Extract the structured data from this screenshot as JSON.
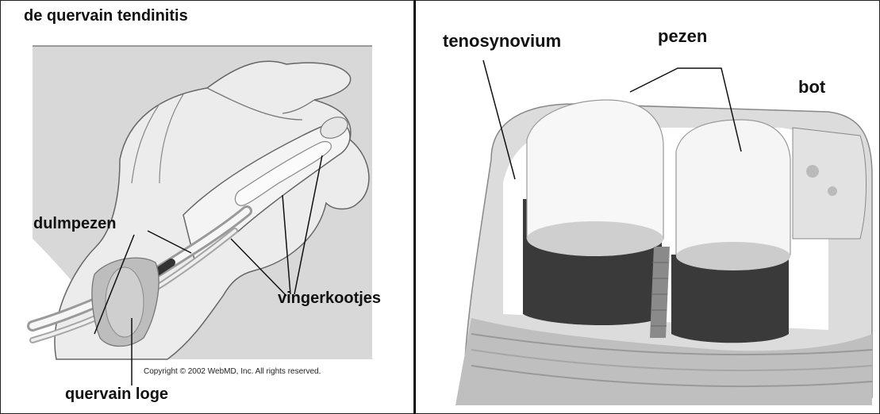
{
  "left_figure": {
    "title": "de quervain tendinitis",
    "labels": {
      "dulmpezen": "dulmpezen",
      "vingerkootjes": "vingerkootjes",
      "quervain_loge": "quervain loge"
    },
    "copyright": "Copyright © 2002 WebMD, Inc. All rights reserved."
  },
  "right_figure": {
    "labels": {
      "tenosynovium": "tenosynovium",
      "pezen": "pezen",
      "bot": "bot"
    }
  },
  "colors": {
    "background_panel": "#d9d9d9",
    "skin_line": "#555555",
    "bone": "#f2f2f2",
    "tendon_dark": "#3a3a3a",
    "sheath": "#bdbdbd"
  }
}
